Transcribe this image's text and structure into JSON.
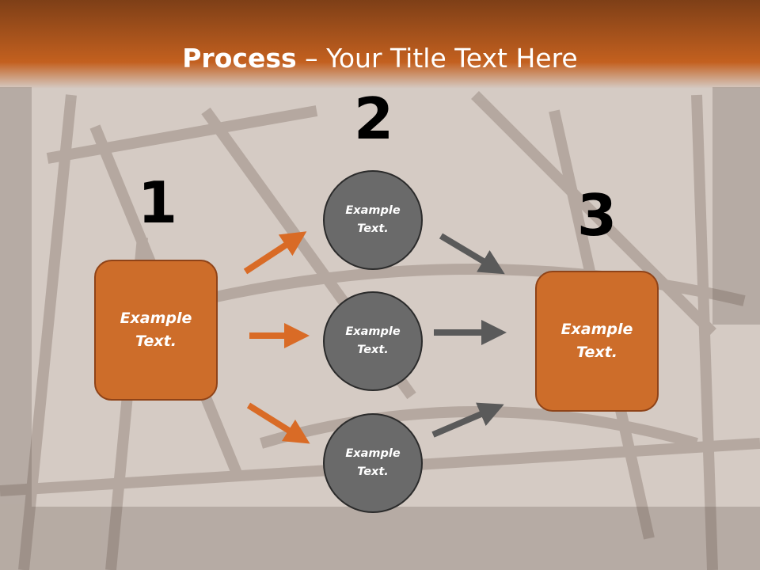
{
  "title": {
    "bold": "Process",
    "rest": " – Your Title Text Here"
  },
  "steps": [
    {
      "number": "1",
      "text": "Example\nText."
    },
    {
      "number": "2",
      "text": "Example\nText."
    },
    {
      "number": "3",
      "text": "Example\nText."
    }
  ],
  "circles": [
    {
      "text": "Example\nText."
    },
    {
      "text": "Example\nText."
    },
    {
      "text": "Example\nText."
    }
  ],
  "colors": {
    "accent": "#cd6d2a",
    "header": "#c3601f",
    "circle": "#6a6a6a",
    "arrow_orange": "#d96b26",
    "arrow_gray": "#5a5a5a"
  }
}
